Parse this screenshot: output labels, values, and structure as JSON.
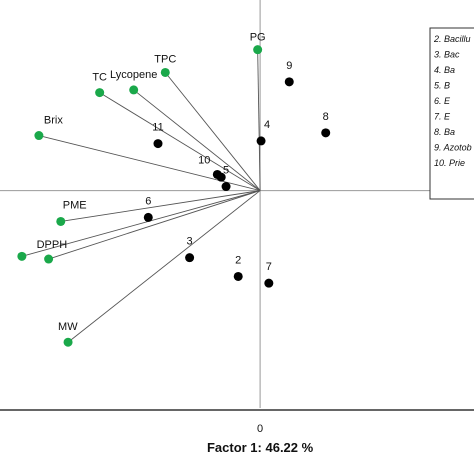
{
  "chart_data": {
    "type": "scatter",
    "xlabel": "Factor 1: 46.22 %",
    "x_tick_labels": [
      "0"
    ],
    "variables": [
      {
        "name": "PG",
        "x": -0.05,
        "y": 1.05
      },
      {
        "name": "TPC",
        "x": -1.95,
        "y": 0.88
      },
      {
        "name": "Lycopene",
        "x": -2.6,
        "y": 0.75
      },
      {
        "name": "TC",
        "x": -3.3,
        "y": 0.73
      },
      {
        "name": "Brix",
        "x": -4.55,
        "y": 0.41
      },
      {
        "name": "PME",
        "x": -4.1,
        "y": -0.23
      },
      {
        "name": "DPPH",
        "x": -4.35,
        "y": -0.51
      },
      {
        "name": "",
        "x": -4.9,
        "y": -0.49
      },
      {
        "name": "MW",
        "x": -3.95,
        "y": -1.13
      }
    ],
    "treatments": [
      {
        "label": "2",
        "x": -0.45,
        "y": -0.64
      },
      {
        "label": "3",
        "x": -1.45,
        "y": -0.5
      },
      {
        "label": "4",
        "x": 0.02,
        "y": 0.37
      },
      {
        "name_hidden": true,
        "label": "",
        "x": -0.8,
        "y": 0.1
      },
      {
        "label": "5",
        "x": -0.7,
        "y": 0.03
      },
      {
        "label": "6",
        "x": -2.3,
        "y": -0.2
      },
      {
        "label": "7",
        "x": 0.18,
        "y": -0.69
      },
      {
        "label": "8",
        "x": 1.35,
        "y": 0.43
      },
      {
        "label": "9",
        "x": 0.6,
        "y": 0.81
      },
      {
        "label": "10",
        "x": -0.88,
        "y": 0.12
      },
      {
        "label": "11",
        "x": -2.1,
        "y": 0.35
      }
    ],
    "xlim": [
      -5.35,
      4.4
    ],
    "ylim": [
      -1.62,
      1.42
    ],
    "colors": {
      "variables": "#1aa84a",
      "treatments": "#000000",
      "vectors": "#555555",
      "axis": "#999999"
    },
    "legend": {
      "position": "top-right",
      "entries": [
        "2. Bacillu",
        "3. Bac",
        "4. Ba",
        "5. B",
        "6. E",
        "7. E",
        "8. Ba",
        "9. Azotob",
        "10. Prie"
      ]
    }
  }
}
